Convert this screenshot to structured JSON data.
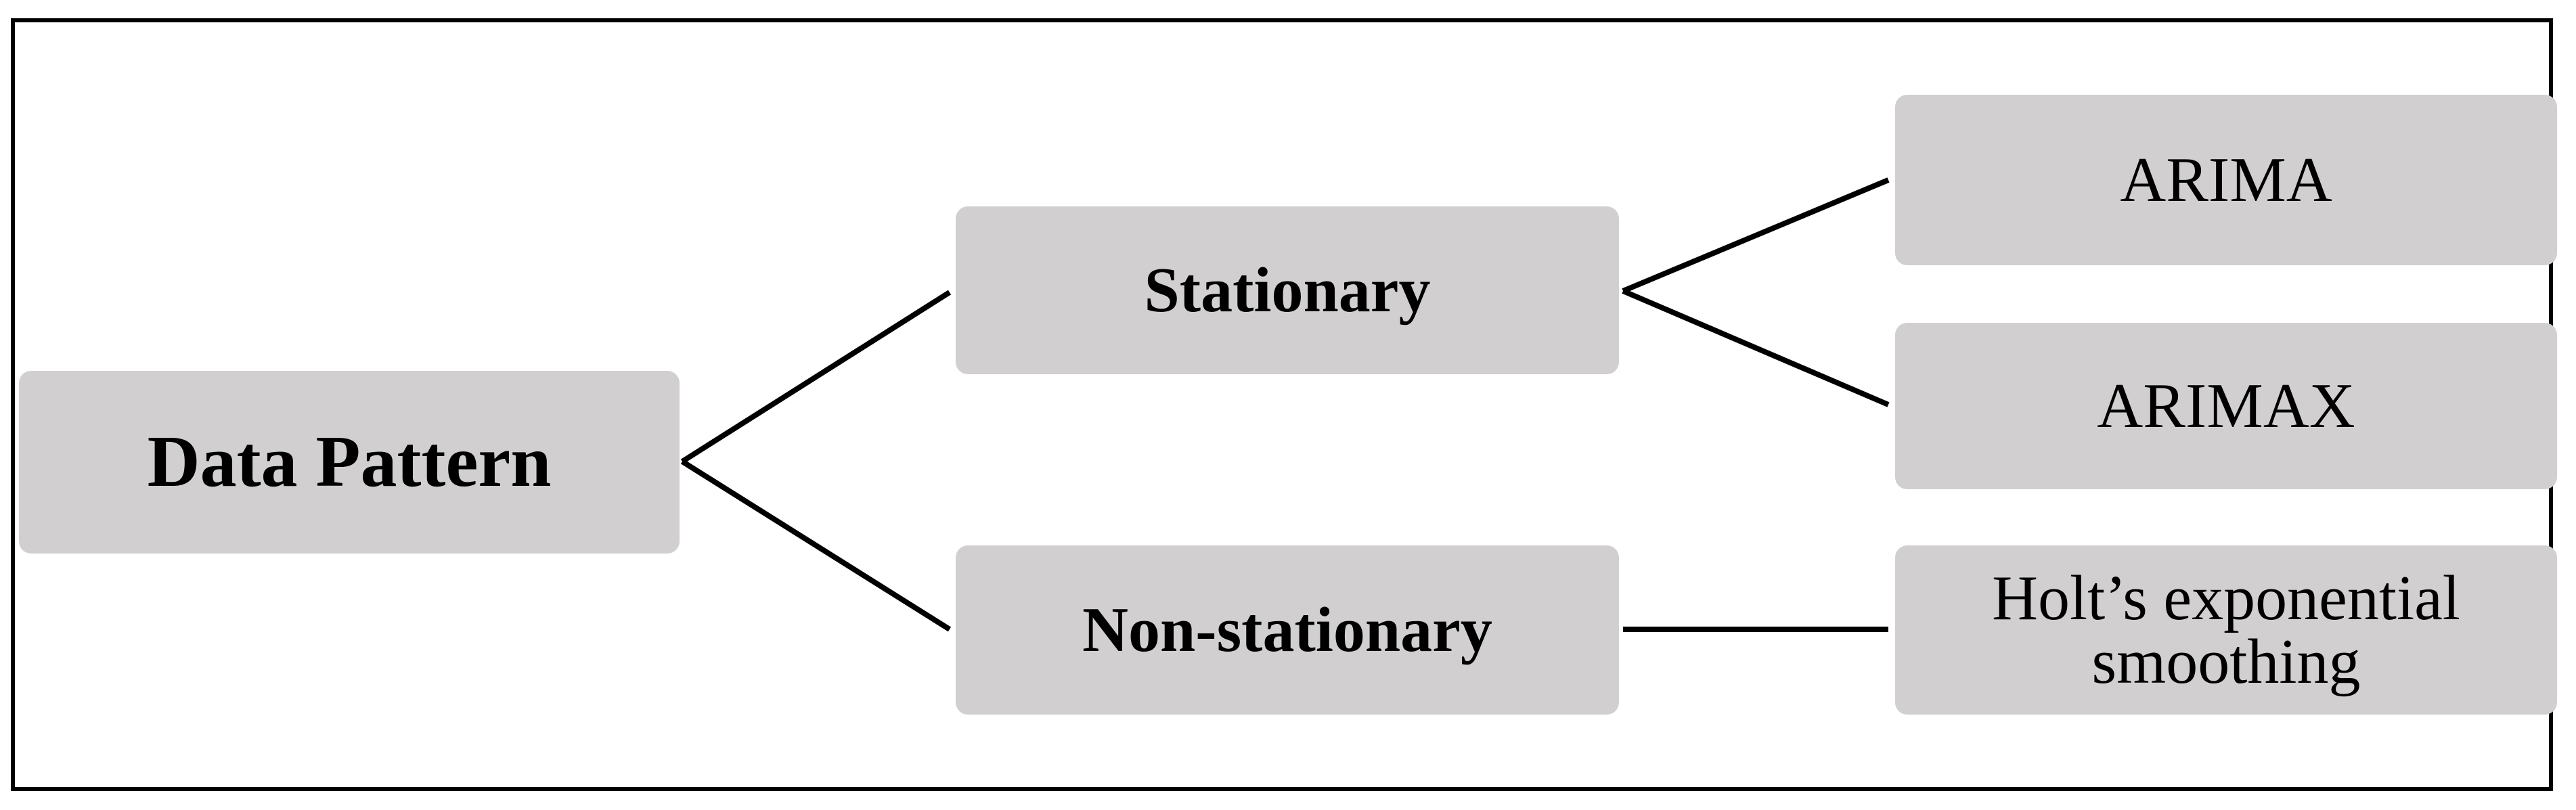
{
  "diagram": {
    "root": {
      "label": "Data Pattern"
    },
    "stationary": {
      "label": "Stationary"
    },
    "non_stationary": {
      "label": "Non-stationary"
    },
    "arima": {
      "label": "ARIMA"
    },
    "arimax": {
      "label": "ARIMAX"
    },
    "holt": {
      "label": "Holt’s exponential smoothing"
    }
  },
  "colors": {
    "node_fill": "#d1cfd0",
    "line": "#000000",
    "frame": "#000000"
  }
}
